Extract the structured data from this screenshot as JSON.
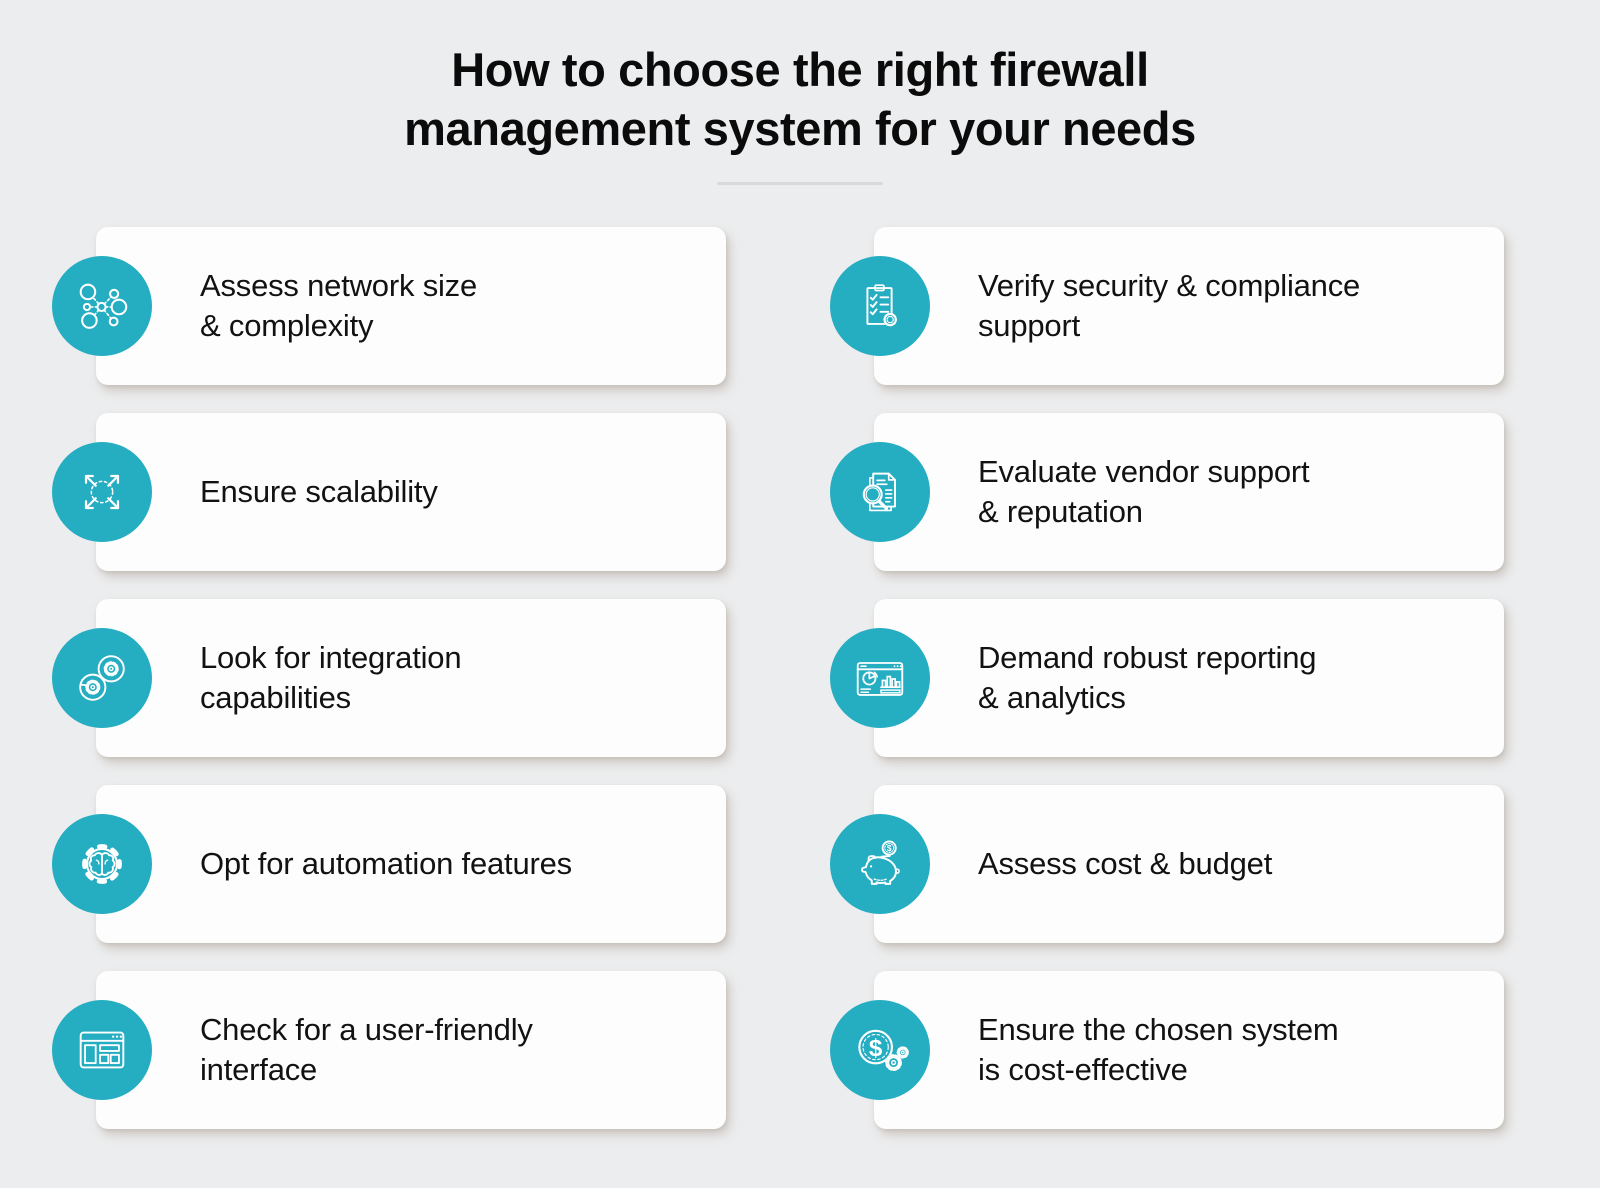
{
  "page": {
    "title": "How to choose the right firewall\nmanagement system for your needs",
    "background_color": "#ecedee",
    "card_color": "#fdfdfd",
    "accent_color": "#25adc2",
    "text_color": "#121212"
  },
  "cards": [
    {
      "icon": "network-icon",
      "title": "Assess network size\n& complexity"
    },
    {
      "icon": "compliance-checklist-icon",
      "title": "Verify security & compliance\nsupport"
    },
    {
      "icon": "expand-arrows-icon",
      "title": "Ensure scalability"
    },
    {
      "icon": "document-search-icon",
      "title": "Evaluate vendor support\n& reputation"
    },
    {
      "icon": "integration-gears-icon",
      "title": "Look for integration\ncapabilities"
    },
    {
      "icon": "analytics-dashboard-icon",
      "title": "Demand robust reporting\n& analytics"
    },
    {
      "icon": "brain-gear-icon",
      "title": "Opt for automation features"
    },
    {
      "icon": "piggy-bank-icon",
      "title": "Assess cost & budget"
    },
    {
      "icon": "browser-window-icon",
      "title": "Check for a user-friendly\ninterface"
    },
    {
      "icon": "dollar-gears-icon",
      "title": "Ensure the chosen system\nis cost-effective"
    }
  ]
}
